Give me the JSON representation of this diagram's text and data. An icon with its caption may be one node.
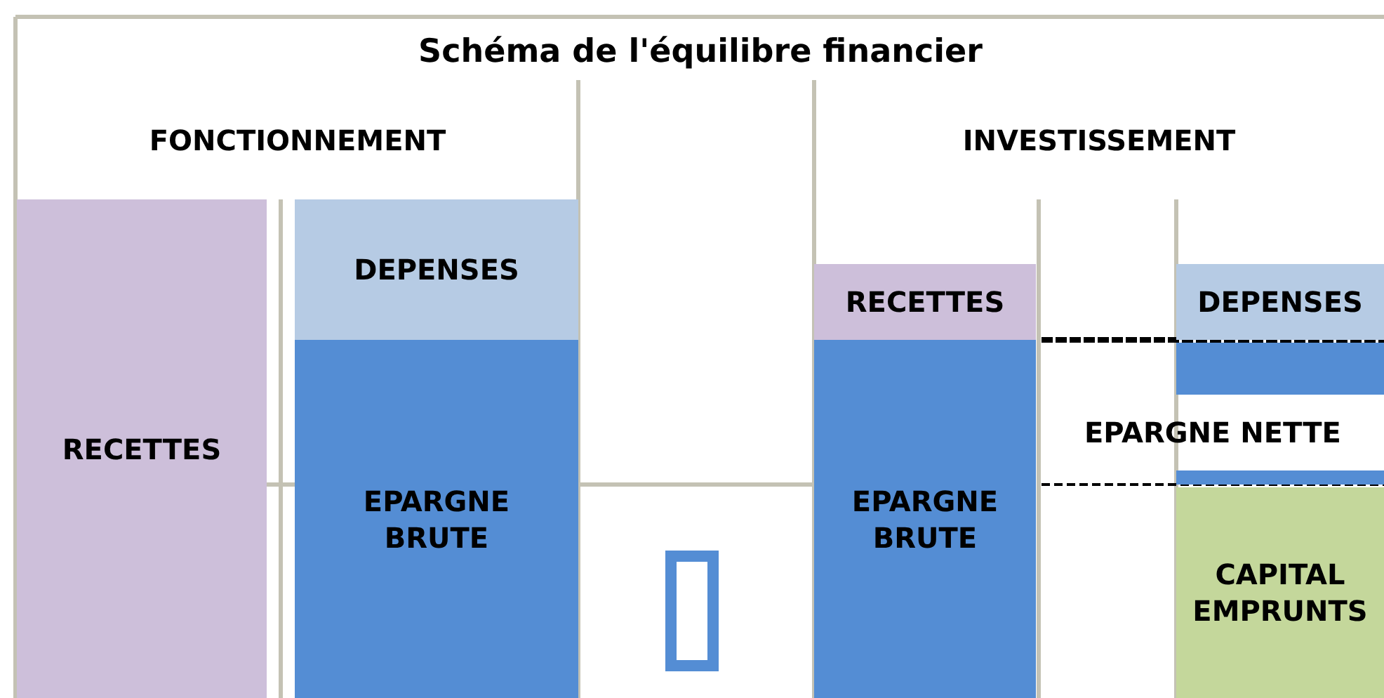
{
  "diagram": {
    "title": "Schéma de l'équilibre financier",
    "nodes": [
      {
        "text": [
          "RECETTES"
        ]
      },
      {
        "text": [
          "DEPENSES"
        ]
      },
      {
        "text": [
          "EPARGNE BRUTE"
        ]
      },
      {
        "text": [
          "RECETTES"
        ]
      },
      {
        "text": [
          "EPARGNE BRUTE"
        ]
      },
      {
        "text": [
          "DEPENSES"
        ]
      },
      {
        "text": [],
        "shape": "bar"
      },
      {
        "text": [],
        "shape": "bar"
      },
      {
        "text": [
          "CAPITAL EMPRUNTS"
        ]
      }
    ],
    "labels": [
      "FONCTIONNEMENT",
      "INVESTISSEMENT",
      "EPARGNE NETTE"
    ]
  }
}
